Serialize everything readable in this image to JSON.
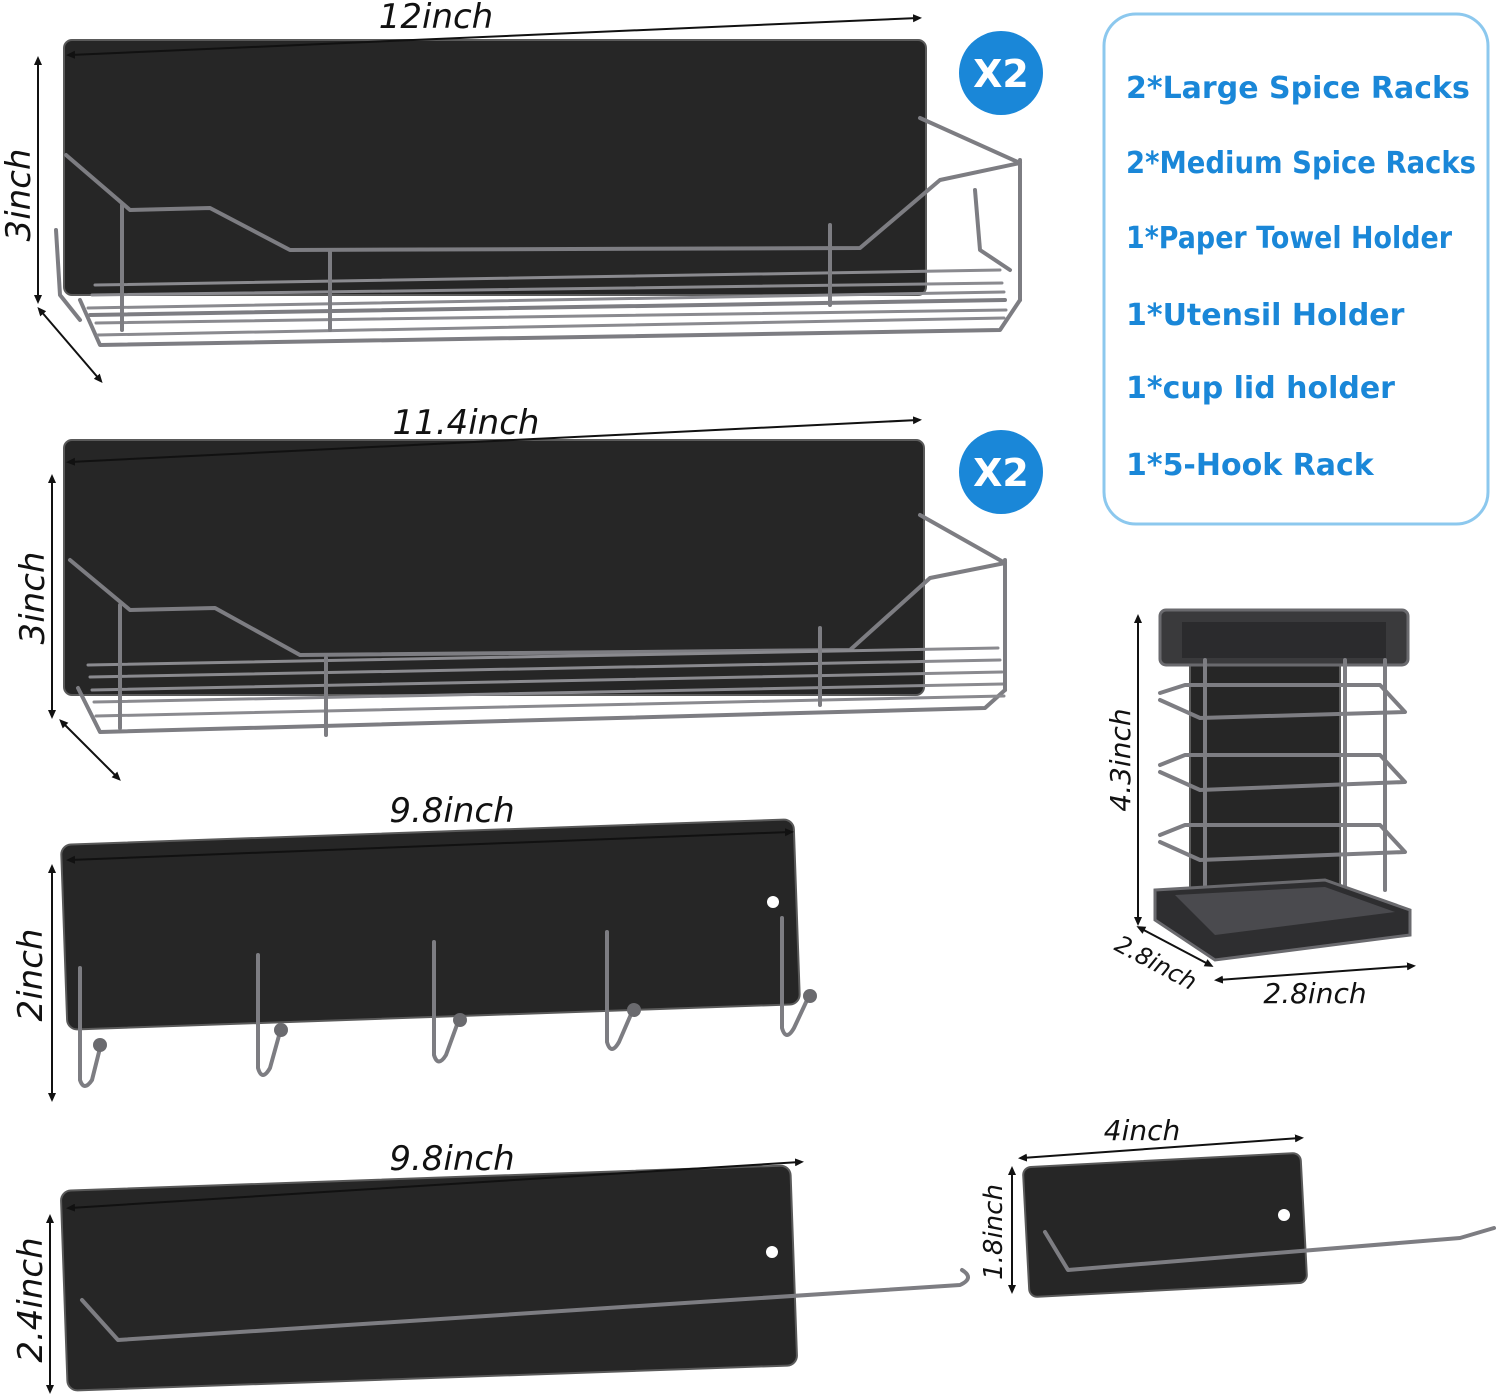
{
  "dimensions": {
    "large_rack_width": "12inch",
    "large_rack_height": "3inch",
    "medium_rack_width": "11.4inch",
    "medium_rack_height": "3inch",
    "hook_rack_width": "9.8inch",
    "hook_rack_height": "2inch",
    "towel_holder_width": "9.8inch",
    "towel_holder_height": "2.4inch",
    "cup_lid_holder_width": "4inch",
    "cup_lid_holder_height": "1.8inch",
    "utensil_holder_height": "4.3inch",
    "utensil_holder_depth": "2.8inch",
    "utensil_holder_width": "2.8inch"
  },
  "quantity_badges": {
    "large_rack": "X2",
    "medium_rack": "X2"
  },
  "package_list": [
    "2*Large Spice Racks",
    "2*Medium Spice Racks",
    "1*Paper Towel Holder",
    "1*Utensil Holder",
    "1*cup lid holder",
    "1*5-Hook Rack"
  ],
  "colors": {
    "accent": "#1a87d8",
    "panel": "#262626",
    "wire": "#7d7d82",
    "list_border": "#8cc8ee"
  }
}
